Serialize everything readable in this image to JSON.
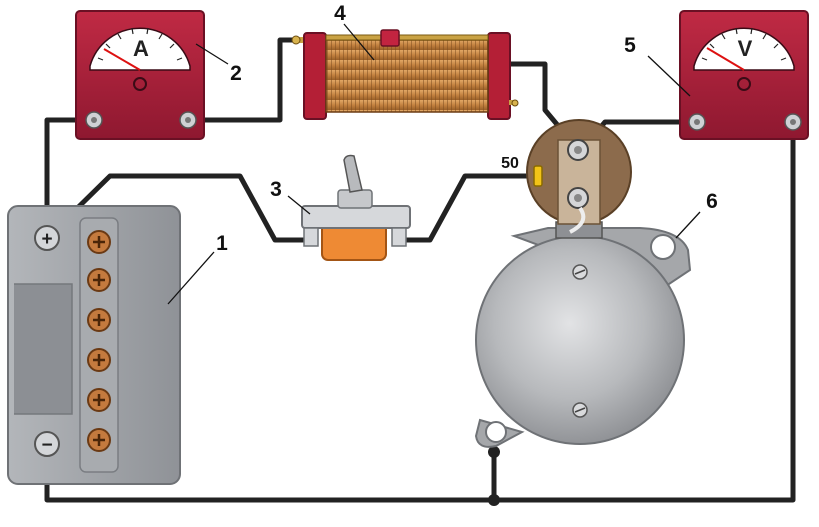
{
  "diagram": {
    "labels": {
      "battery": "1",
      "ammeter": "2",
      "switch": "3",
      "rheostat": "4",
      "voltmeter": "5",
      "starter": "6"
    },
    "ammeter_letter": "A",
    "voltmeter_letter": "V",
    "terminal_50": "50",
    "battery_plus": "+",
    "battery_minus": "−"
  },
  "colors": {
    "meter_body": "#b0213a",
    "meter_dark": "#7e1428",
    "wire": "#222222",
    "battery": "#9ea1a6",
    "coil": "#c98a4a",
    "switch_body": "#ee8a34",
    "solenoid": "#8c6b4c",
    "motor": "#b4b6b9"
  }
}
